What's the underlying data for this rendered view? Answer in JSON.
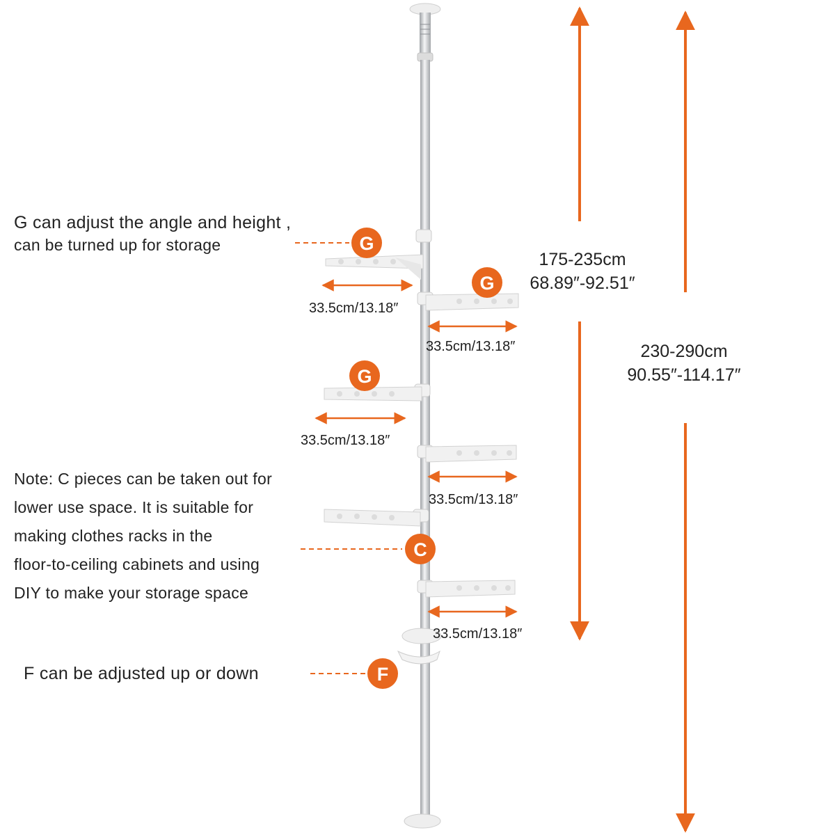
{
  "colors": {
    "accent": "#E8671E",
    "pole": "#c9cbce",
    "arm": "#f1f1f1",
    "text": "#222222"
  },
  "annotations": {
    "g_note": [
      "G can adjust the angle and height ,",
      " can be turned up for storage"
    ],
    "c_note": [
      "Note: C pieces can be taken out for",
      "lower use space. It is suitable for",
      "making clothes racks in the",
      "floor-to-ceiling cabinets and using",
      "DIY to make your storage space"
    ],
    "f_note": "F can be adjusted up or down"
  },
  "badges": {
    "g1": "G",
    "g2": "G",
    "g3": "G",
    "c": "C",
    "f": "F"
  },
  "arm_widths": {
    "w1": "33.5cm/13.18″",
    "w2": "33.5cm/13.18″",
    "w3": "33.5cm/13.18″",
    "w4": "33.5cm/13.18″",
    "w5": "33.5cm/13.18″"
  },
  "heights": {
    "inner": [
      "175-235cm",
      "68.89″-92.51″"
    ],
    "outer": [
      "230-290cm",
      "90.55″-114.17″"
    ]
  }
}
